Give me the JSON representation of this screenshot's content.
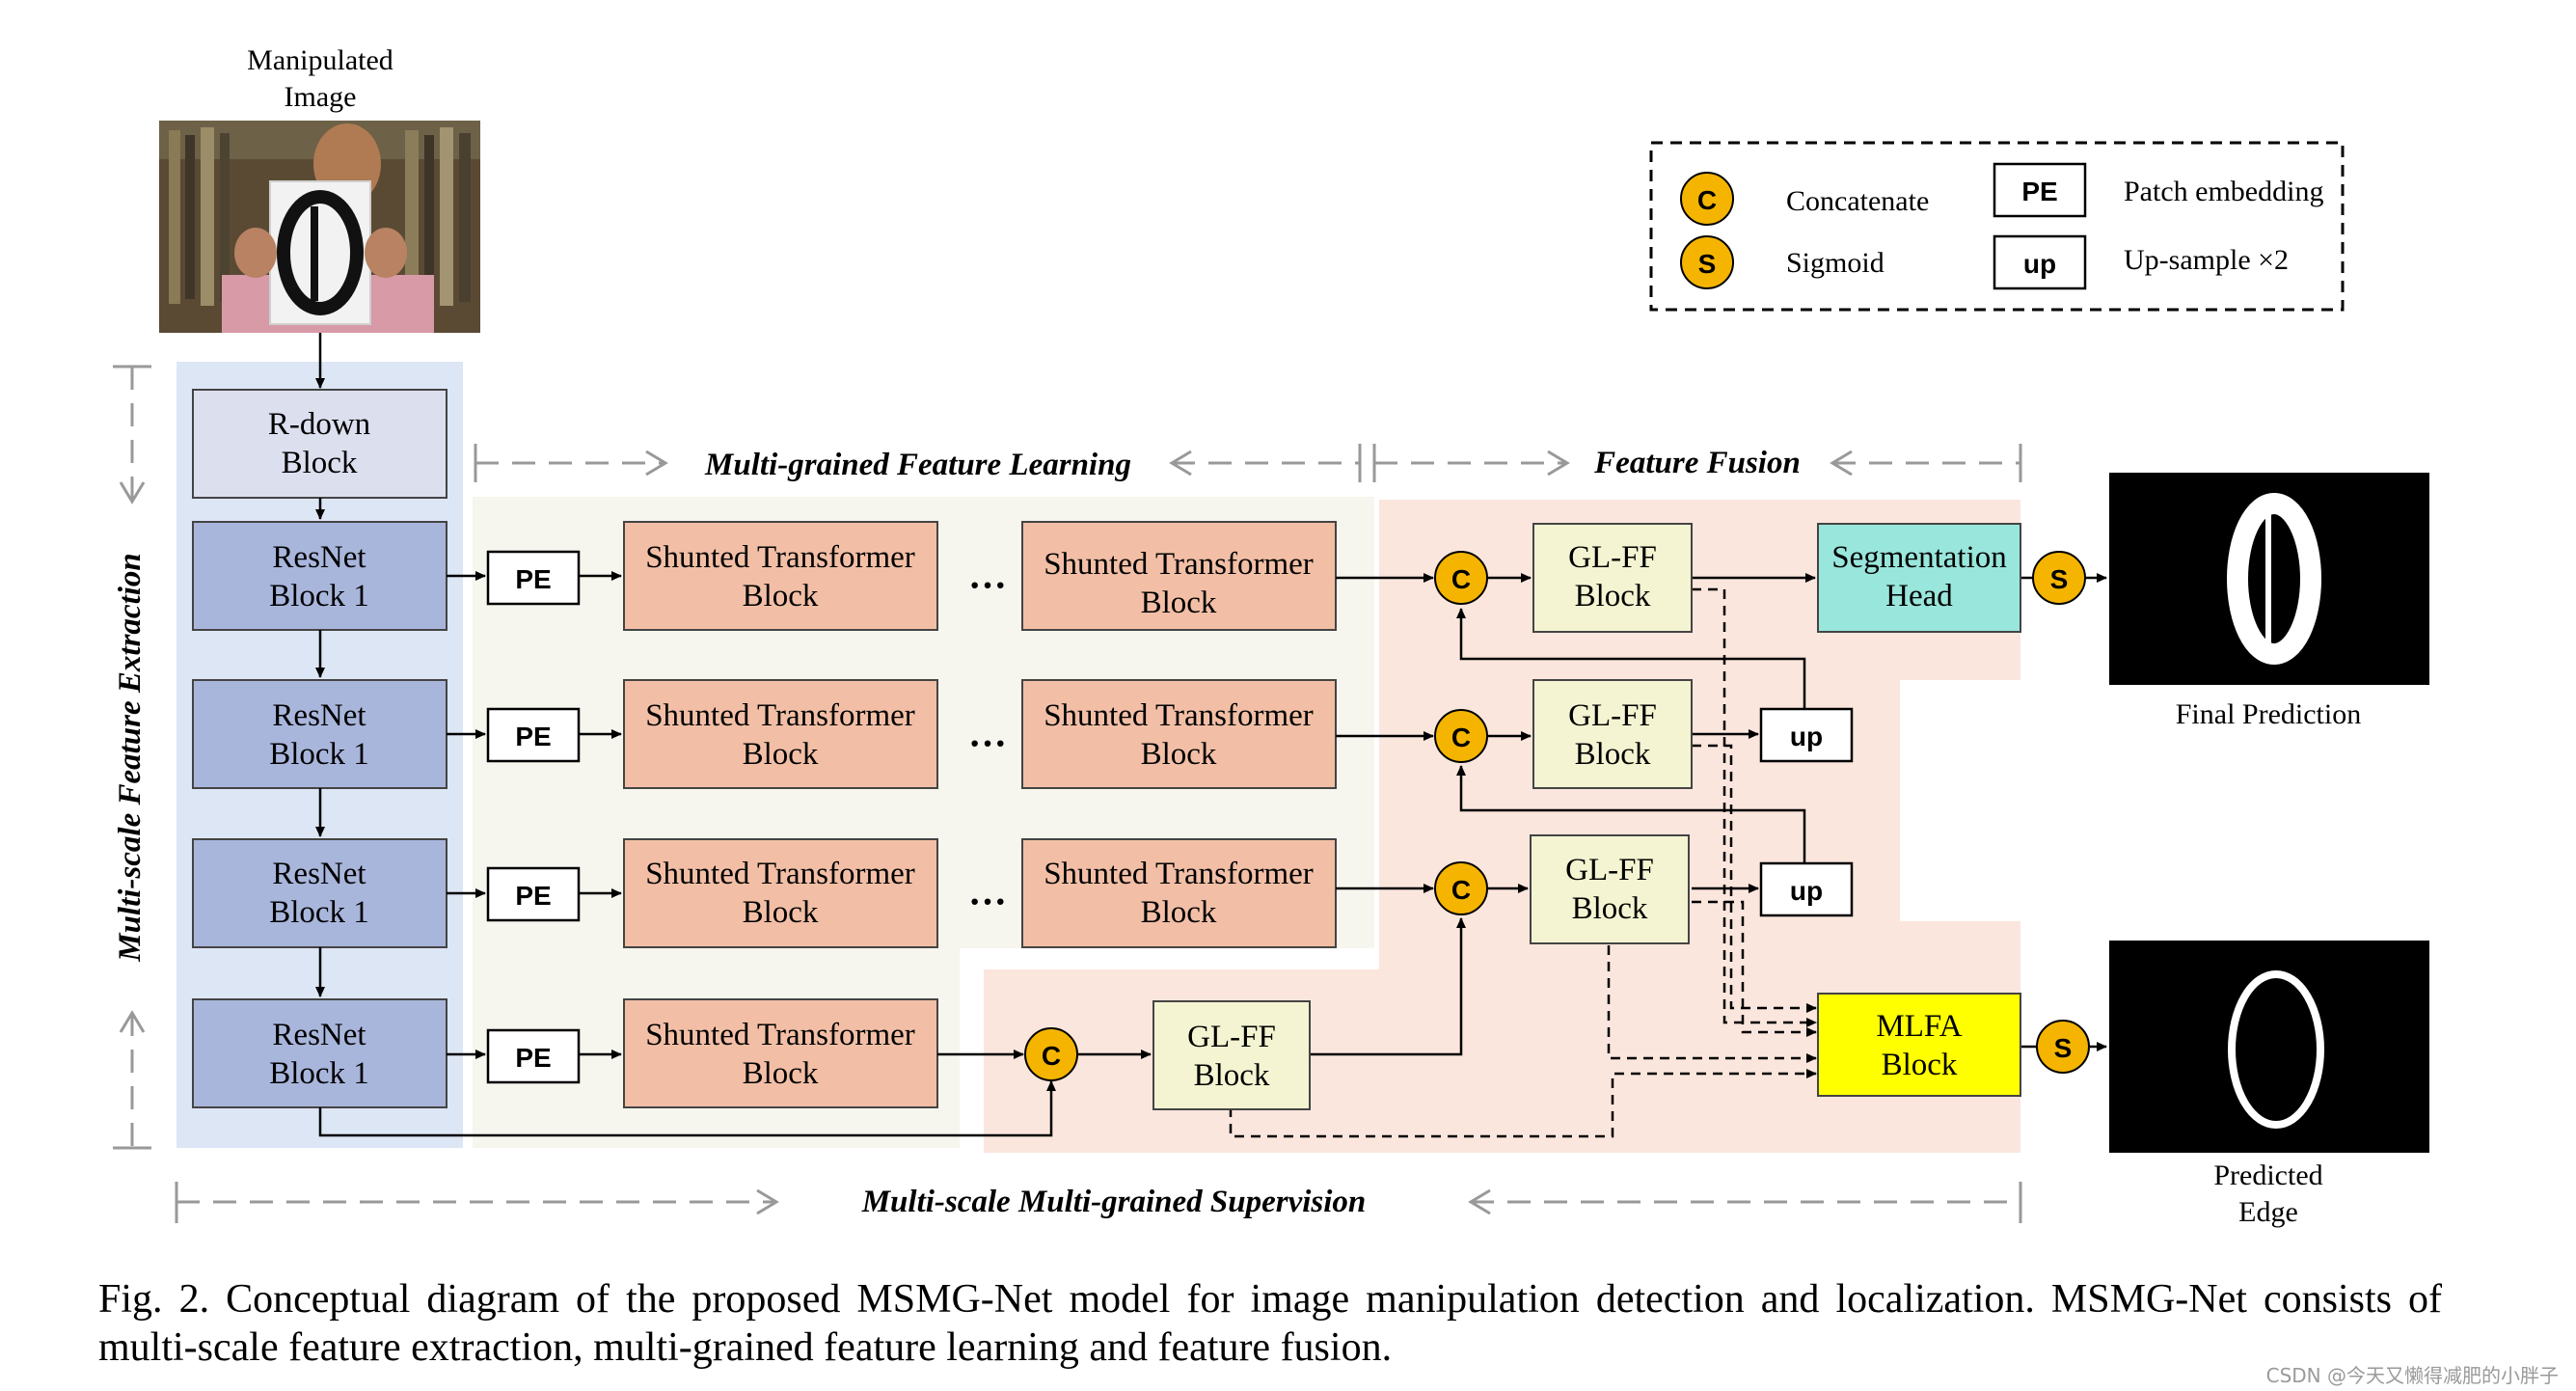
{
  "input": {
    "label_line1": "Manipulated",
    "label_line2": "Image"
  },
  "legend": {
    "concat_symbol": "C",
    "concat_label": "Concatenate",
    "sigmoid_symbol": "S",
    "sigmoid_label": "Sigmoid",
    "pe_symbol": "PE",
    "pe_label": "Patch embedding",
    "up_symbol": "up",
    "up_label": "Up-sample ×2"
  },
  "sections": {
    "extraction": "Multi-scale Feature Extraction",
    "learning": "Multi-grained Feature Learning",
    "fusion": "Feature Fusion",
    "supervision": "Multi-scale Multi-grained Supervision"
  },
  "blocks": {
    "rdown": [
      "R-down",
      "Block"
    ],
    "resnet": [
      "ResNet",
      "Block 1"
    ],
    "pe": "PE",
    "shunted": [
      "Shunted Transformer",
      "Block"
    ],
    "ellipsis": "···",
    "concat": "C",
    "sigmoid": "S",
    "glff": [
      "GL-FF",
      "Block"
    ],
    "up": "up",
    "seg_head": [
      "Segmentation",
      "Head"
    ],
    "mlfa": [
      "MLFA",
      "Block"
    ]
  },
  "outputs": {
    "final_prediction": "Final Prediction",
    "predicted_edge_line1": "Predicted",
    "predicted_edge_line2": "Edge",
    "digit": "0"
  },
  "colors": {
    "extraction_bg": "#dde6f5",
    "learning_bg": "#f6f6ee",
    "fusion_bg": "#fbe6dd",
    "rdown_fill": "#dcdfee",
    "resnet_fill": "#a9b6dc",
    "shunted_fill": "#f2bfa6",
    "glff_fill": "#f4f4d2",
    "seg_fill": "#99e6dc",
    "mlfa_fill": "#ffff00",
    "circle_fill": "#f4b400"
  },
  "caption": "Fig. 2. Conceptual diagram of the proposed MSMG-Net model for image manipulation detection and localization. MSMG-Net consists of multi-scale feature extraction, multi-grained feature learning and feature fusion.",
  "watermark": "CSDN @今天又懒得减肥的小胖子"
}
